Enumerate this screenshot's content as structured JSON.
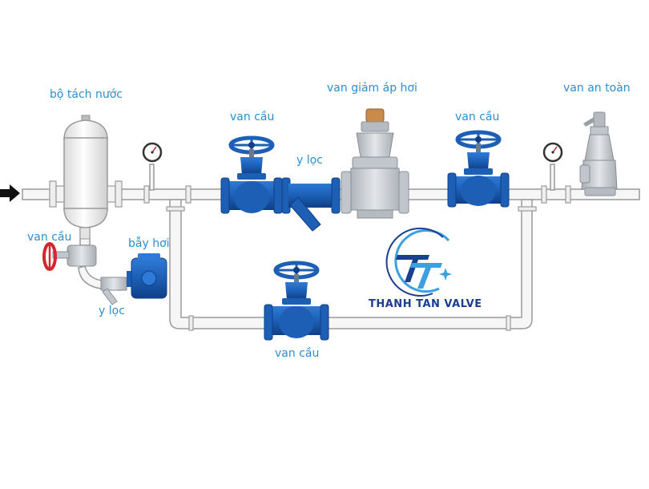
{
  "labels": {
    "separator": "bộ tách nước",
    "pressure_reducing_valve": "van giảm áp hơi",
    "safety_valve": "van an toàn",
    "globe_valve_left": "van cầu",
    "globe_valve_right": "van cầu",
    "strainer_main": "y lọc",
    "globe_valve_drain": "van cầu",
    "steam_trap": "bẫy hơi",
    "strainer_drain": "y lọc",
    "globe_valve_bypass": "van cầu"
  },
  "brand": {
    "name": "THANH TAN VALVE",
    "color_dark": "#1b3e8e",
    "color_light": "#3aa0e0"
  },
  "colors": {
    "label_text": "#2a8fd0",
    "pipe_stroke": "#9a9a9a",
    "pipe_fill": "#f6f6f6",
    "valve_blue": "#1c5fb5",
    "valve_blue_dark": "#0e3f86",
    "valve_gray": "#c7cbd0",
    "handwheel_red": "#d3262e",
    "arrow": "#111111"
  }
}
